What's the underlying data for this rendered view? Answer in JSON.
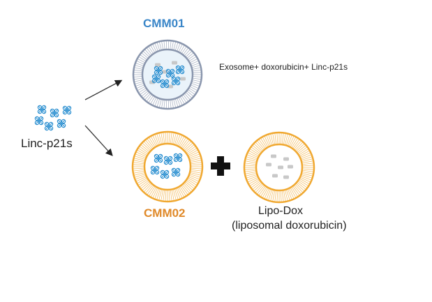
{
  "diagram": {
    "source": {
      "label": "Linc-p21s",
      "icon": "rna-molecule-cluster-icon"
    },
    "cmm01": {
      "title": "CMM01",
      "description": "Exosome+ doxorubicin+ Linc-p21s",
      "vesicle": "exosome",
      "color": "#3a86c8"
    },
    "cmm02": {
      "title": "CMM02",
      "vesicle": "liposome",
      "color": "#e08a2a"
    },
    "combine_symbol": "+",
    "lipodox": {
      "label_line1": "Lipo-Dox",
      "label_line2": "(liposomal doxorubicin)",
      "vesicle": "liposome"
    },
    "colors": {
      "rna": "#2a8fd0",
      "liposome": "#f0a830",
      "exosome": "#8a96ad",
      "drug": "#c8c8c8",
      "arrow": "#222222"
    }
  }
}
